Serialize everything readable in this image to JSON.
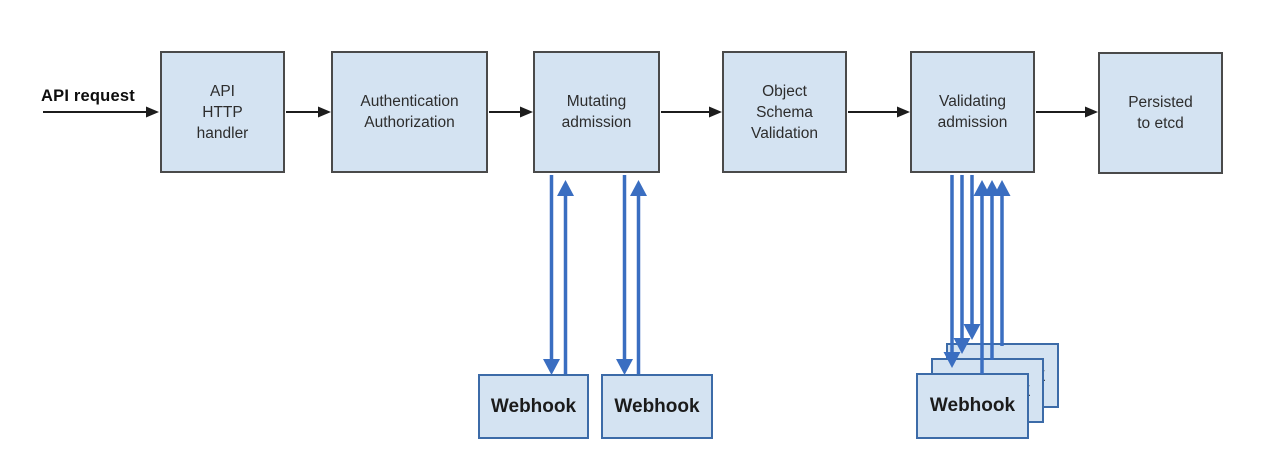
{
  "diagram": {
    "input_label": "API request",
    "pipeline": [
      {
        "id": "api-http-handler",
        "label": "API\nHTTP\nhandler"
      },
      {
        "id": "authentication-authorization",
        "label": "Authentication\nAuthorization"
      },
      {
        "id": "mutating-admission",
        "label": "Mutating\nadmission"
      },
      {
        "id": "object-schema-validation",
        "label": "Object\nSchema\nValidation"
      },
      {
        "id": "validating-admission",
        "label": "Validating\nadmission"
      },
      {
        "id": "persisted-to-etcd",
        "label": "Persisted\nto etcd"
      }
    ],
    "mutating_webhooks": [
      {
        "label": "Webhook"
      },
      {
        "label": "Webhook"
      }
    ],
    "validating_webhooks": [
      {
        "label": "Webhook"
      },
      {
        "label": "Webhook"
      },
      {
        "label": "Webhook"
      }
    ],
    "colors": {
      "box_fill": "#d4e3f2",
      "box_border": "#4a4a4a",
      "webhook_border": "#3c6ba8",
      "flow_arrow": "#1c1c1c",
      "webhook_arrow": "#3a6ec1"
    }
  }
}
